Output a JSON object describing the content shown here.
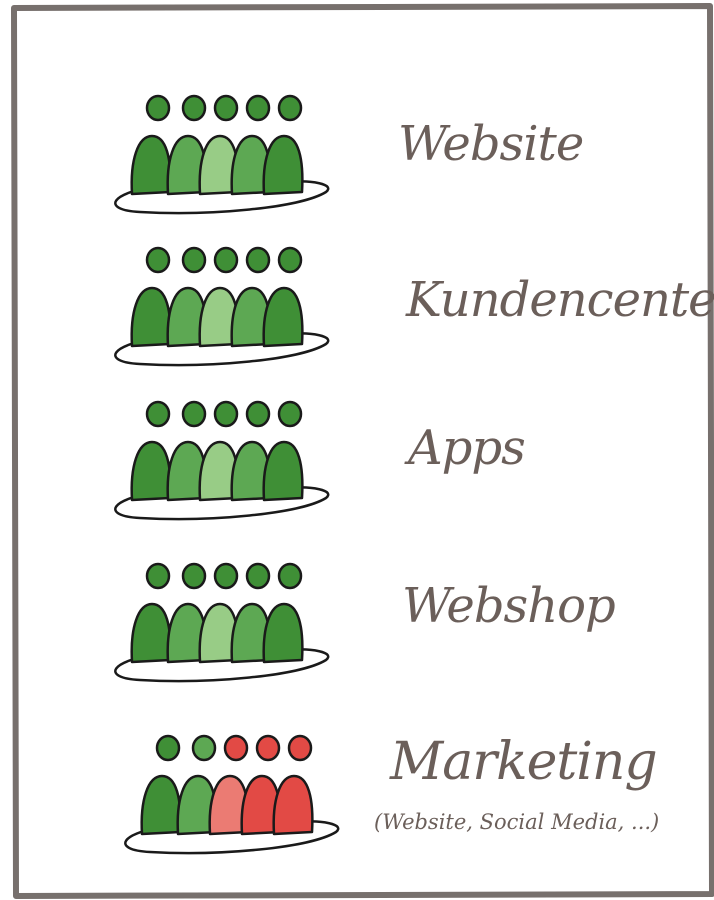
{
  "colors": {
    "frame": "#77706d",
    "outline": "#1a1a1a",
    "green_dark": "#3f8f36",
    "green_mid": "#5da853",
    "green_light": "#98cc86",
    "red": "#e24a45",
    "red_light": "#eb7b73"
  },
  "rows": [
    {
      "label": "Website",
      "heads": [
        "green_dark",
        "green_dark",
        "green_dark",
        "green_dark",
        "green_dark"
      ],
      "bodies": [
        "green_dark",
        "green_mid",
        "green_light",
        "green_mid",
        "green_dark"
      ]
    },
    {
      "label": "Kundencenter",
      "heads": [
        "green_dark",
        "green_dark",
        "green_dark",
        "green_dark",
        "green_dark"
      ],
      "bodies": [
        "green_dark",
        "green_mid",
        "green_light",
        "green_mid",
        "green_dark"
      ]
    },
    {
      "label": "Apps",
      "heads": [
        "green_dark",
        "green_dark",
        "green_dark",
        "green_dark",
        "green_dark"
      ],
      "bodies": [
        "green_dark",
        "green_mid",
        "green_light",
        "green_mid",
        "green_dark"
      ]
    },
    {
      "label": "Webshop",
      "heads": [
        "green_dark",
        "green_dark",
        "green_dark",
        "green_dark",
        "green_dark"
      ],
      "bodies": [
        "green_dark",
        "green_mid",
        "green_light",
        "green_mid",
        "green_dark"
      ]
    },
    {
      "label": "Marketing",
      "sublabel": "(Website, Social Media, ...)",
      "heads": [
        "green_dark",
        "green_mid",
        "red",
        "red",
        "red"
      ],
      "bodies": [
        "green_dark",
        "green_mid",
        "red_light",
        "red",
        "red"
      ]
    }
  ]
}
